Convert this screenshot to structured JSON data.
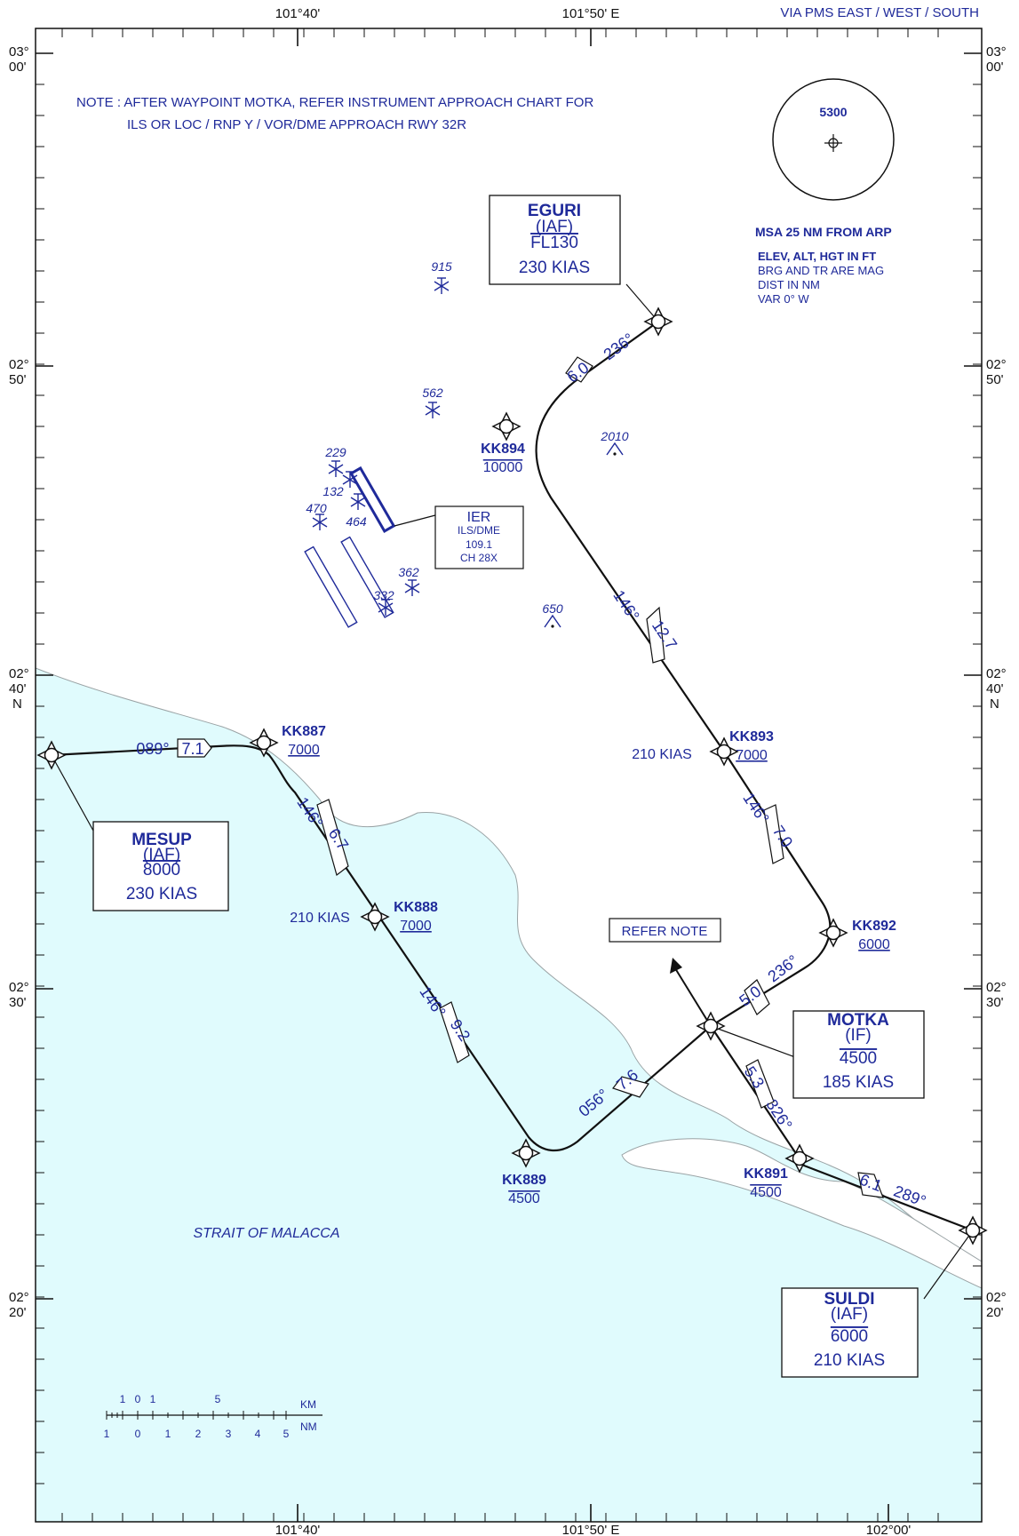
{
  "header": {
    "lon_top_left": "101°40'",
    "lon_top_mid": "101°50' E",
    "route": "VIA PMS EAST / WEST / SOUTH"
  },
  "footer": {
    "lon_bottom_1": "101°40'",
    "lon_bottom_2": "101°50' E",
    "lon_bottom_3": "102°00'"
  },
  "latitudes": {
    "l1_deg": "03°",
    "l1_min": "00'",
    "l2_deg": "02°",
    "l2_min": "50'",
    "l3_deg": "02°",
    "l3_min": "40'",
    "l3_hemi": "N",
    "l4_deg": "02°",
    "l4_min": "30'",
    "l5_deg": "02°",
    "l5_min": "20'"
  },
  "note": {
    "line1": "NOTE : AFTER WAYPOINT MOTKA, REFER INSTRUMENT APPROACH CHART FOR",
    "line2": "ILS OR LOC / RNP Y / VOR/DME APPROACH RWY 32R"
  },
  "msa": {
    "altitude": "5300",
    "label": "MSA 25 NM FROM ARP",
    "info1": "ELEV, ALT, HGT IN FT",
    "info2": "BRG AND TR ARE MAG",
    "info3": "DIST IN NM",
    "info4": "VAR 0° W"
  },
  "waypoints": {
    "eguri": {
      "name": "EGURI",
      "type": "(IAF)",
      "alt": "FL130",
      "speed": "230 KIAS"
    },
    "mesup": {
      "name": "MESUP",
      "type": "(IAF)",
      "alt": "8000",
      "speed": "230 KIAS"
    },
    "motka": {
      "name": "MOTKA",
      "type": "(IF)",
      "alt": "4500",
      "speed": "185 KIAS"
    },
    "suldi": {
      "name": "SULDI",
      "type": "(IAF)",
      "alt": "6000",
      "speed": "210 KIAS"
    },
    "kk894": {
      "name": "KK894",
      "alt": "10000"
    },
    "kk893": {
      "name": "KK893",
      "alt": "7000",
      "speed": "210 KIAS"
    },
    "kk892": {
      "name": "KK892",
      "alt": "6000"
    },
    "kk887": {
      "name": "KK887",
      "alt": "7000"
    },
    "kk888": {
      "name": "KK888",
      "alt": "7000",
      "speed": "210 KIAS"
    },
    "kk889": {
      "name": "KK889",
      "alt": "4500"
    },
    "kk891": {
      "name": "KK891",
      "alt": "4500"
    }
  },
  "legs": {
    "eguri_brg": "236°",
    "eguri_dist": "6.0",
    "kk894_brg": "146°",
    "kk894_dist": "12.7",
    "kk893_brg": "146°",
    "kk893_dist": "7.0",
    "kk892_brg": "236°",
    "kk892_dist": "5.0",
    "mesup_brg": "089°",
    "mesup_dist": "7.1",
    "kk887_brg": "146°",
    "kk887_dist": "6.7",
    "kk888_brg": "146°",
    "kk888_dist": "9.2",
    "kk889_brg": "056°",
    "kk889_dist": "7.6",
    "kk891_brg": "326°",
    "kk891_dist": "5.3",
    "suldi_brg": "289°",
    "suldi_dist": "6.1"
  },
  "navaid": {
    "ident": "IER",
    "type": "ILS/DME",
    "freq": "109.1",
    "channel": "CH 28X"
  },
  "refer_note": "REFER NOTE",
  "obstacles": {
    "o915": "915",
    "o562": "562",
    "o2010": "2010",
    "o229": "229",
    "o132": "132",
    "o470": "470",
    "o464": "464",
    "o362": "362",
    "o332": "332",
    "o650": "650"
  },
  "water_label": "STRAIT OF MALACCA",
  "scale": {
    "km_unit": "KM",
    "nm_unit": "NM",
    "km_1": "1",
    "km_0": "0",
    "km_1r": "1",
    "km_5": "5",
    "nm_1": "1",
    "nm_0": "0",
    "nm_1r": "1",
    "nm_2": "2",
    "nm_3": "3",
    "nm_4": "4",
    "nm_5": "5"
  }
}
